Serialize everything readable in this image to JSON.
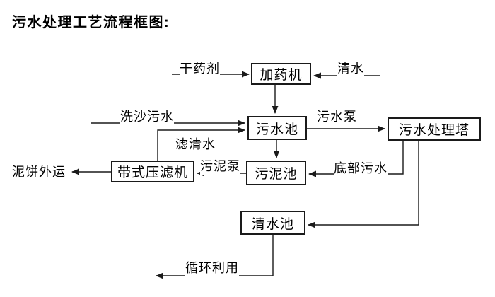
{
  "title": "污水处理工艺流程框图:",
  "nodes": {
    "dosing_machine": "加药机",
    "sewage_pool": "污水池",
    "treatment_tower": "污水处理塔",
    "sludge_pool": "污泥池",
    "belt_filter_press": "带式压滤机",
    "clean_water_pool": "清水池"
  },
  "edge_labels": {
    "dry_agent": "干药剂",
    "clean_water": "清水",
    "sand_washing_sewage": "洗沙污水",
    "sewage_pump": "污水泵",
    "filtered_water": "滤清水",
    "sludge_pump": "污泥泵",
    "bottom_sewage": "底部污水",
    "mud_cake_out": "泥饼外运",
    "recycle": "循环利用"
  },
  "colors": {
    "line": "#1a1a1a",
    "background": "#ffffff",
    "text": "#000000"
  }
}
